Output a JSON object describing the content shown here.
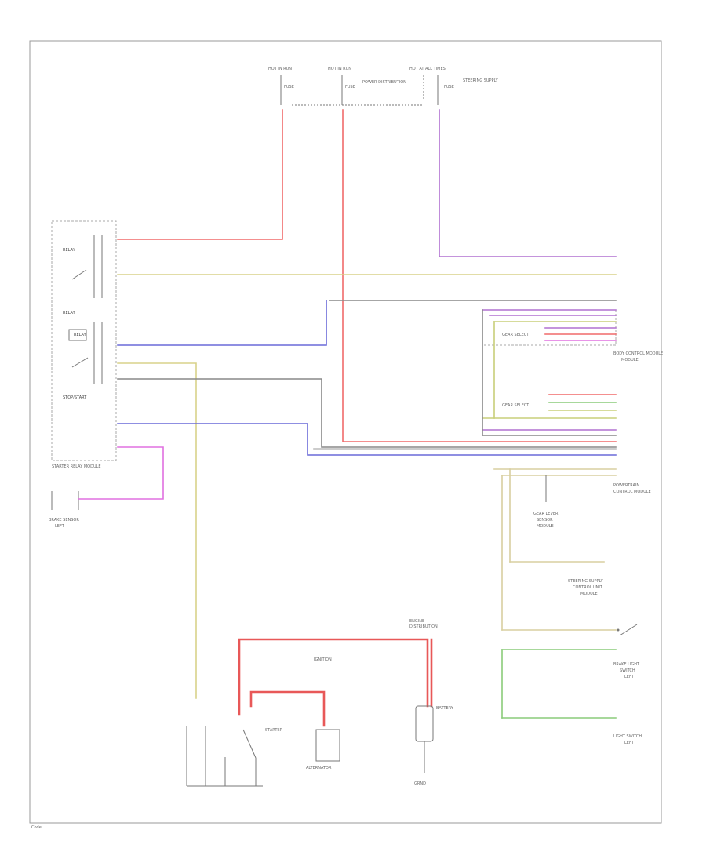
{
  "labels": {
    "hot_run_1": "HOT IN RUN",
    "hot_run_2": "HOT IN RUN",
    "hot_start": "HOT AT ALL TIMES",
    "fuse_a": "FUSE",
    "fuse_b": "FUSE",
    "fuse_c": "FUSE",
    "power_note": "POWER DISTRIBUTION",
    "steering_note": "STEERING SUPPLY",
    "starter_relay_module": "STARTER RELAY MODULE",
    "relay_1": "RELAY",
    "relay_2": "RELAY",
    "relay_3": "RELAY",
    "stop_start": "STOP/START",
    "cruise_sensor": "BRAKE SENSOR",
    "cruise_sensor_sub": "LEFT",
    "body_control": "BODY CONTROL MODULE",
    "body_control_sub": "MODULE",
    "gear_select": "GEAR SELECT",
    "gear_select_2": "GEAR SELECT",
    "powertrain": "POWERTRAIN",
    "powertrain_sub": "CONTROL MODULE",
    "gear_lever": "GEAR LEVER",
    "gear_lever_sub": "SENSOR",
    "gear_lever_sub2": "MODULE",
    "steering_supply": "STEERING SUPPLY",
    "steering_supply_sub": "CONTROL UNIT",
    "steering_supply_sub2": "MODULE",
    "brake_light": "BRAKE LIGHT",
    "brake_light_sub": "SWITCH",
    "brake_light_sub2": "LEFT",
    "light_switch": "LIGHT SWITCH",
    "light_switch_sub": "LEFT",
    "ignition": "IGNITION",
    "starter": "STARTER",
    "alternator": "ALTERNATOR",
    "battery": "BATTERY",
    "engine_bay": "ENGINE",
    "engine_bay_sub": "DISTRIBUTION",
    "ground": "GRND",
    "footer": "Code"
  }
}
